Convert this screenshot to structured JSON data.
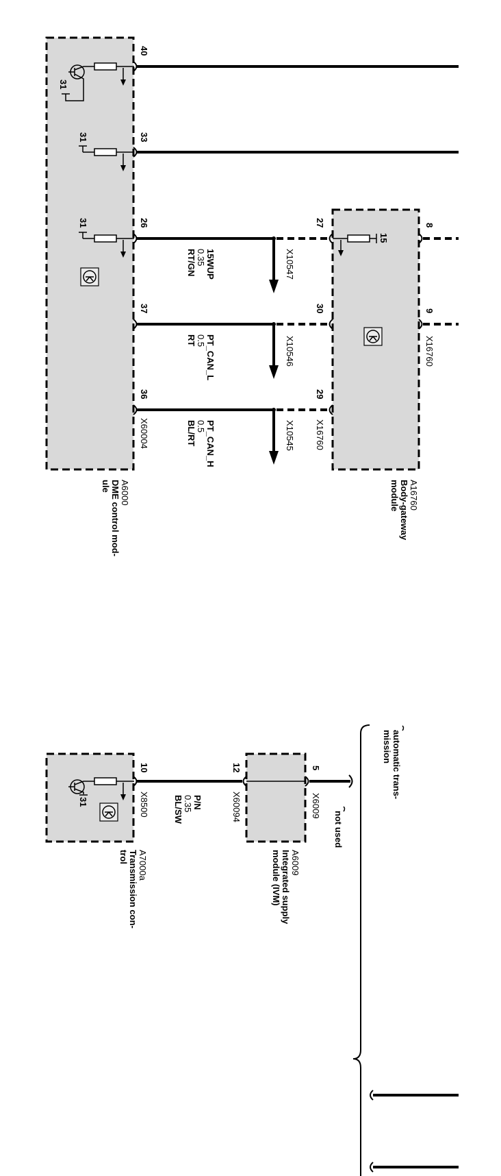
{
  "style": {
    "module_fill": "#d9d9d9",
    "line_color": "#000000",
    "icon_fill": "#ececec"
  },
  "modules": {
    "dme": {
      "id": "A6000",
      "name": [
        "DME control mod-",
        "ule"
      ],
      "connector": "X60004",
      "pins": [
        "40",
        "33",
        "26",
        "37",
        "36"
      ],
      "ground_label": "31",
      "icon": "control-unit-icon"
    },
    "body_gateway": {
      "id": "A16760",
      "name": [
        "Body-gateway",
        "module"
      ],
      "connector_left": "X16760",
      "pins_left": [
        "27",
        "30",
        "29"
      ],
      "connector_right": "X16760",
      "pins_right": [
        "8",
        "9"
      ],
      "supply_terminal": "15",
      "icon": "control-unit-icon"
    },
    "ivm": {
      "id": "A6009",
      "name": [
        "Integrated supply",
        "module (IVM)"
      ],
      "connector_left": "X60094",
      "pin_left": "12",
      "connector_right": "X6009",
      "pin_right": "5"
    },
    "transmission_control": {
      "id": "A7000a",
      "name": [
        "Transmission con-",
        "trol"
      ],
      "connector": "X8500",
      "pin": "10",
      "ground_label": "31",
      "icon": "control-unit-icon"
    }
  },
  "wires": [
    {
      "signal": "15WUP",
      "cross_section": "0.35",
      "color": "RT/GN",
      "connector": "X10547"
    },
    {
      "signal": "PT_CAN_L",
      "cross_section": "0.5",
      "color": "RT",
      "connector": "X10546"
    },
    {
      "signal": "PT_CAN_H",
      "cross_section": "0.5",
      "color": "BL/RT",
      "connector": "X10545"
    },
    {
      "signal": "P/N",
      "cross_section": "0.35",
      "color": "BL/SW"
    }
  ],
  "notes": {
    "automatic_transmission": [
      "automatic trans-",
      "mission"
    ],
    "not_used": "not used"
  }
}
